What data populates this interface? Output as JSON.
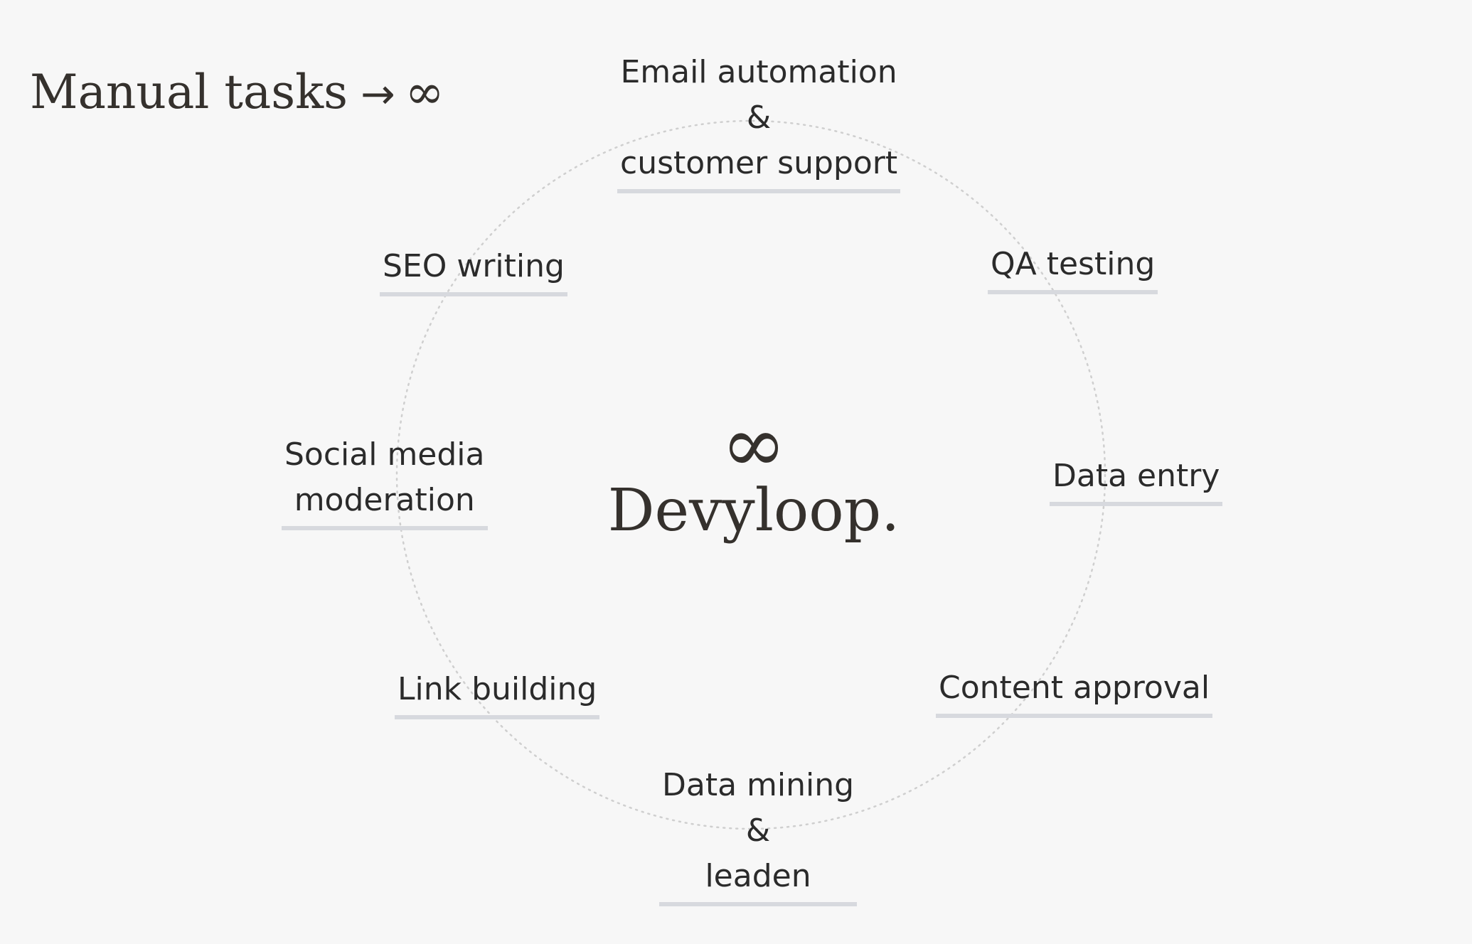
{
  "header": {
    "title_text": "Manual tasks",
    "arrow": "→",
    "infinity": "∞"
  },
  "center": {
    "infinity": "∞",
    "brand": "Devyloop."
  },
  "tasks": [
    {
      "lines": [
        "Email automation",
        "&",
        "customer support"
      ]
    },
    {
      "lines": [
        "QA testing"
      ]
    },
    {
      "lines": [
        "Data entry"
      ]
    },
    {
      "lines": [
        "Content approval"
      ]
    },
    {
      "lines": [
        "Data mining",
        "&",
        "leaden"
      ]
    },
    {
      "lines": [
        "Link building"
      ]
    },
    {
      "lines": [
        "Social media",
        "moderation"
      ]
    },
    {
      "lines": [
        "SEO writing"
      ]
    }
  ],
  "colors": {
    "background": "#f7f7f7",
    "text": "#2f2c2a",
    "underline": "#d7d9de",
    "ring": "#cfcfcf"
  }
}
